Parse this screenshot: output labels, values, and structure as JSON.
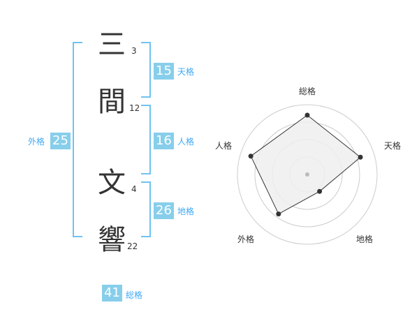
{
  "name": {
    "chars": [
      {
        "char": "三",
        "strokes": "3"
      },
      {
        "char": "間",
        "strokes": "12"
      },
      {
        "char": "文",
        "strokes": "4"
      },
      {
        "char": "響",
        "strokes": "22"
      }
    ]
  },
  "fortunes": {
    "tenkaku": {
      "value": "15",
      "label": "天格"
    },
    "jinkaku": {
      "value": "16",
      "label": "人格"
    },
    "chikaku": {
      "value": "26",
      "label": "地格"
    },
    "gaikaku": {
      "value": "25",
      "label": "外格"
    },
    "soukaku": {
      "value": "41",
      "label": "総格"
    }
  },
  "radar": {
    "axes": [
      "総格",
      "天格",
      "地格",
      "外格",
      "人格"
    ],
    "values": [
      0.85,
      0.8,
      0.3,
      0.7,
      0.85
    ],
    "rings": 4,
    "colors": {
      "fill": "#eeeeee",
      "line": "#333333",
      "grid": "#cccccc",
      "point": "#333333",
      "center": "#bbbbbb"
    }
  },
  "colors": {
    "accent": "#87ceeb",
    "bracket": "#6fc3f0",
    "label": "#3fa9f5"
  }
}
